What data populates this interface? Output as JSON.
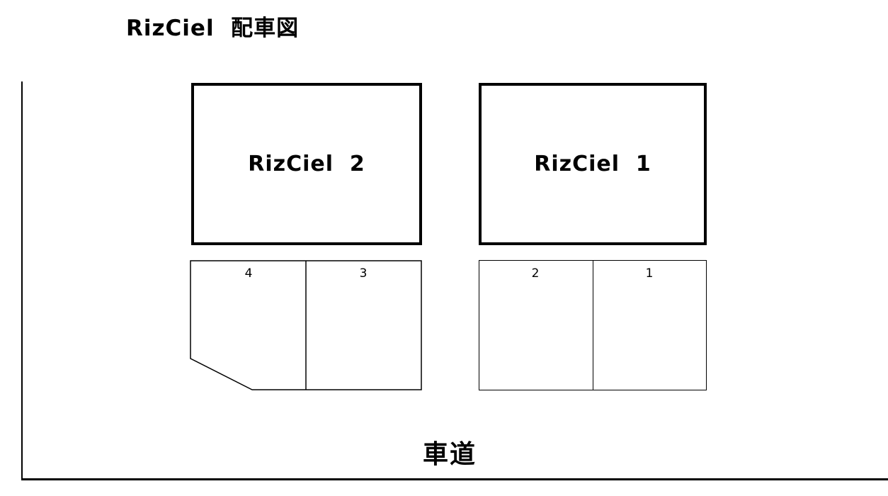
{
  "title": "RizCiel  配車図",
  "buildings": [
    {
      "label": "RizCiel  2"
    },
    {
      "label": "RizCiel  1"
    }
  ],
  "parking": {
    "spaces": [
      {
        "number": "4"
      },
      {
        "number": "3"
      },
      {
        "number": "2"
      },
      {
        "number": "1"
      }
    ]
  },
  "road": {
    "label": "車道"
  },
  "colors": {
    "line": "#000000",
    "background": "#ffffff"
  }
}
